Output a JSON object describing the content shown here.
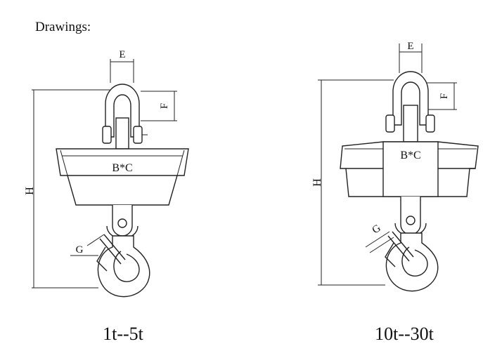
{
  "heading": "Drawings:",
  "left": {
    "caption": "1t--5t",
    "labels": {
      "e": "E",
      "f": "F",
      "h": "H",
      "bc": "B*C",
      "g": "G"
    }
  },
  "right": {
    "caption": "10t--30t",
    "labels": {
      "e": "E",
      "f": "F",
      "h": "H",
      "bc": "B*C",
      "g": "G"
    }
  }
}
